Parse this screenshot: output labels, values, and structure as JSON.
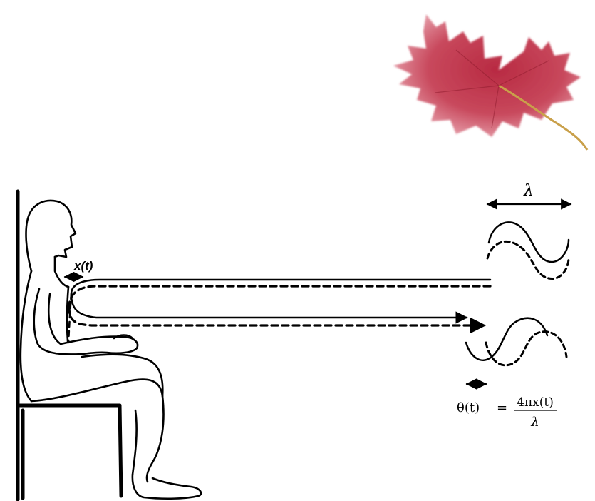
{
  "labels": {
    "displacement": "x(t)",
    "wavelength": "λ",
    "phase_lhs": "θ(t)",
    "equals": "=",
    "phase_numerator": "4πx(t)",
    "phase_denominator": "λ"
  },
  "colors": {
    "leaf_light": "#d76a78",
    "leaf_dark": "#a81d35",
    "leaf_stem": "#c9a04a",
    "ink": "#000000"
  },
  "icons": {
    "leaf": "maple-leaf-icon",
    "double_arrow": "double-arrow-icon"
  }
}
